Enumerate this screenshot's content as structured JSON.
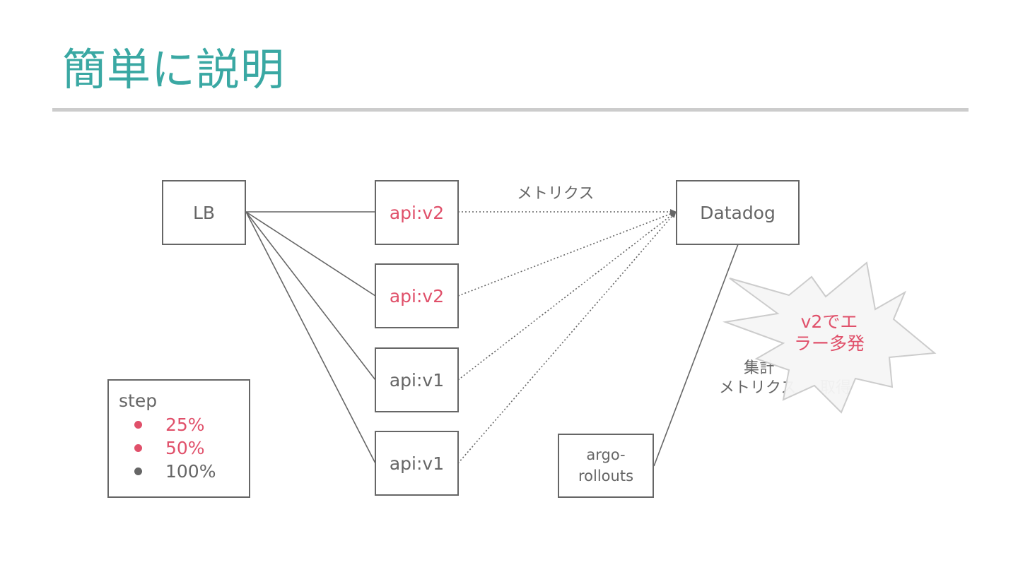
{
  "title": "簡単に説明",
  "nodes": {
    "lb": "LB",
    "pod1": "api:v2",
    "pod2": "api:v2",
    "pod3": "api:v1",
    "pod4": "api:v1",
    "datadog": "Datadog",
    "argo_line1": "argo-",
    "argo_line2": "rollouts"
  },
  "labels": {
    "metrics": "メトリクス",
    "aggregate_line1": "集計",
    "aggregate_line2": "メトリクス",
    "fetch": "取得"
  },
  "callout": {
    "line1": "v2でエ",
    "line2": "ラー多発"
  },
  "legend": {
    "title": "step",
    "items": [
      {
        "label": "25%",
        "color": "#e0506a"
      },
      {
        "label": "50%",
        "color": "#e0506a"
      },
      {
        "label": "100%",
        "color": "#666666"
      }
    ]
  },
  "colors": {
    "accent": "#3aa8a3",
    "highlight": "#e0506a",
    "line": "#666666"
  }
}
